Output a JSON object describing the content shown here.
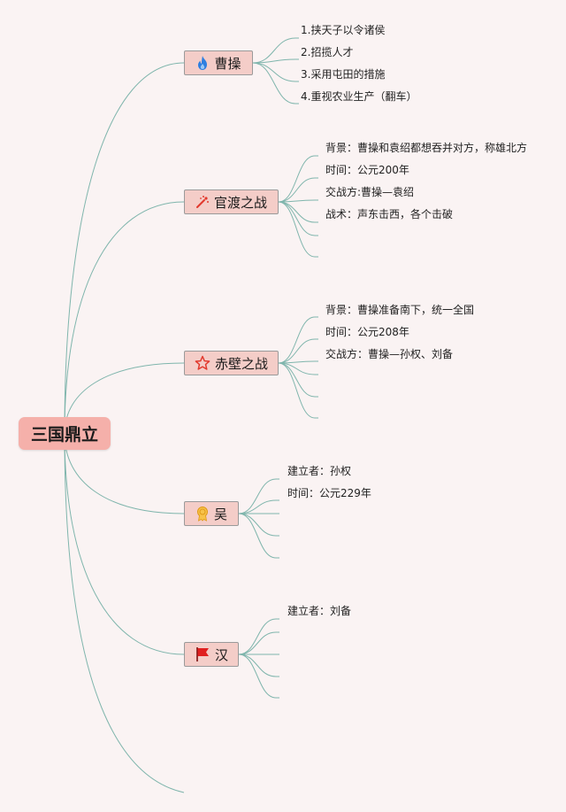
{
  "root": {
    "label": "三国鼎立"
  },
  "branches": [
    {
      "label": "曹操",
      "icon": "flame-icon",
      "color": "#2f7fe0",
      "items": [
        "1.挟天子以令诸侯",
        "2.招揽人才",
        "3.采用屯田的措施",
        "4.重视农业生产（翻车）"
      ]
    },
    {
      "label": "官渡之战",
      "icon": "sparkle-icon",
      "color": "#e23a2e",
      "items": [
        "背景：曹操和袁绍都想吞并对方，称雄北方",
        "时间：公元200年",
        "交战方:曹操—袁绍",
        "战术：声东击西，各个击破",
        "",
        ""
      ]
    },
    {
      "label": "赤壁之战",
      "icon": "star-icon",
      "color": "#e23a2e",
      "items": [
        "背景：曹操准备南下，统一全国",
        "时间：公元208年",
        "交战方：曹操—孙权、刘备",
        "",
        "",
        ""
      ]
    },
    {
      "label": "吴",
      "icon": "medal-icon",
      "color": "#f0a020",
      "items": [
        "建立者：孙权",
        "时间：公元229年",
        "",
        "",
        ""
      ]
    },
    {
      "label": "汉",
      "icon": "flag-icon",
      "color": "#e02020",
      "items": [
        "建立者：刘备",
        "",
        "",
        "",
        ""
      ]
    }
  ]
}
